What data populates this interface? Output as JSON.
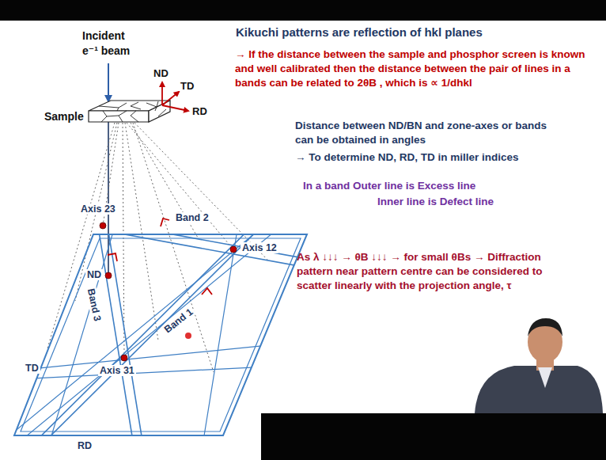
{
  "diagram": {
    "title": "Kikuchi patterns are reflection of hkl planes",
    "labels": [
      "Incident",
      "e⁻¹ beam",
      "ND",
      "TD",
      "Sample",
      "RD",
      "→ If the distance between the sample and phosphor screen is known and well calibrated then the distance between the pair of lines in a bands can be related to 2θB , which is ∝ 1/dhkl",
      "Distance between ND/BN and zone-axes or bands can be obtained in angles",
      "→ To determine ND, RD, TD in miller indices",
      "In a band Outer line is Excess line",
      "Inner line is Defect line",
      "As λ ↓↓↓ → θB ↓↓↓ → for small θBs → Diffraction pattern near pattern centre can be considered to scatter linearly with the projection angle, τ",
      "Axis 23",
      "Band 2",
      "ND",
      "Axis 12",
      "Band 3",
      "Band 1",
      "TD",
      "Axis 31",
      "RD"
    ]
  }
}
